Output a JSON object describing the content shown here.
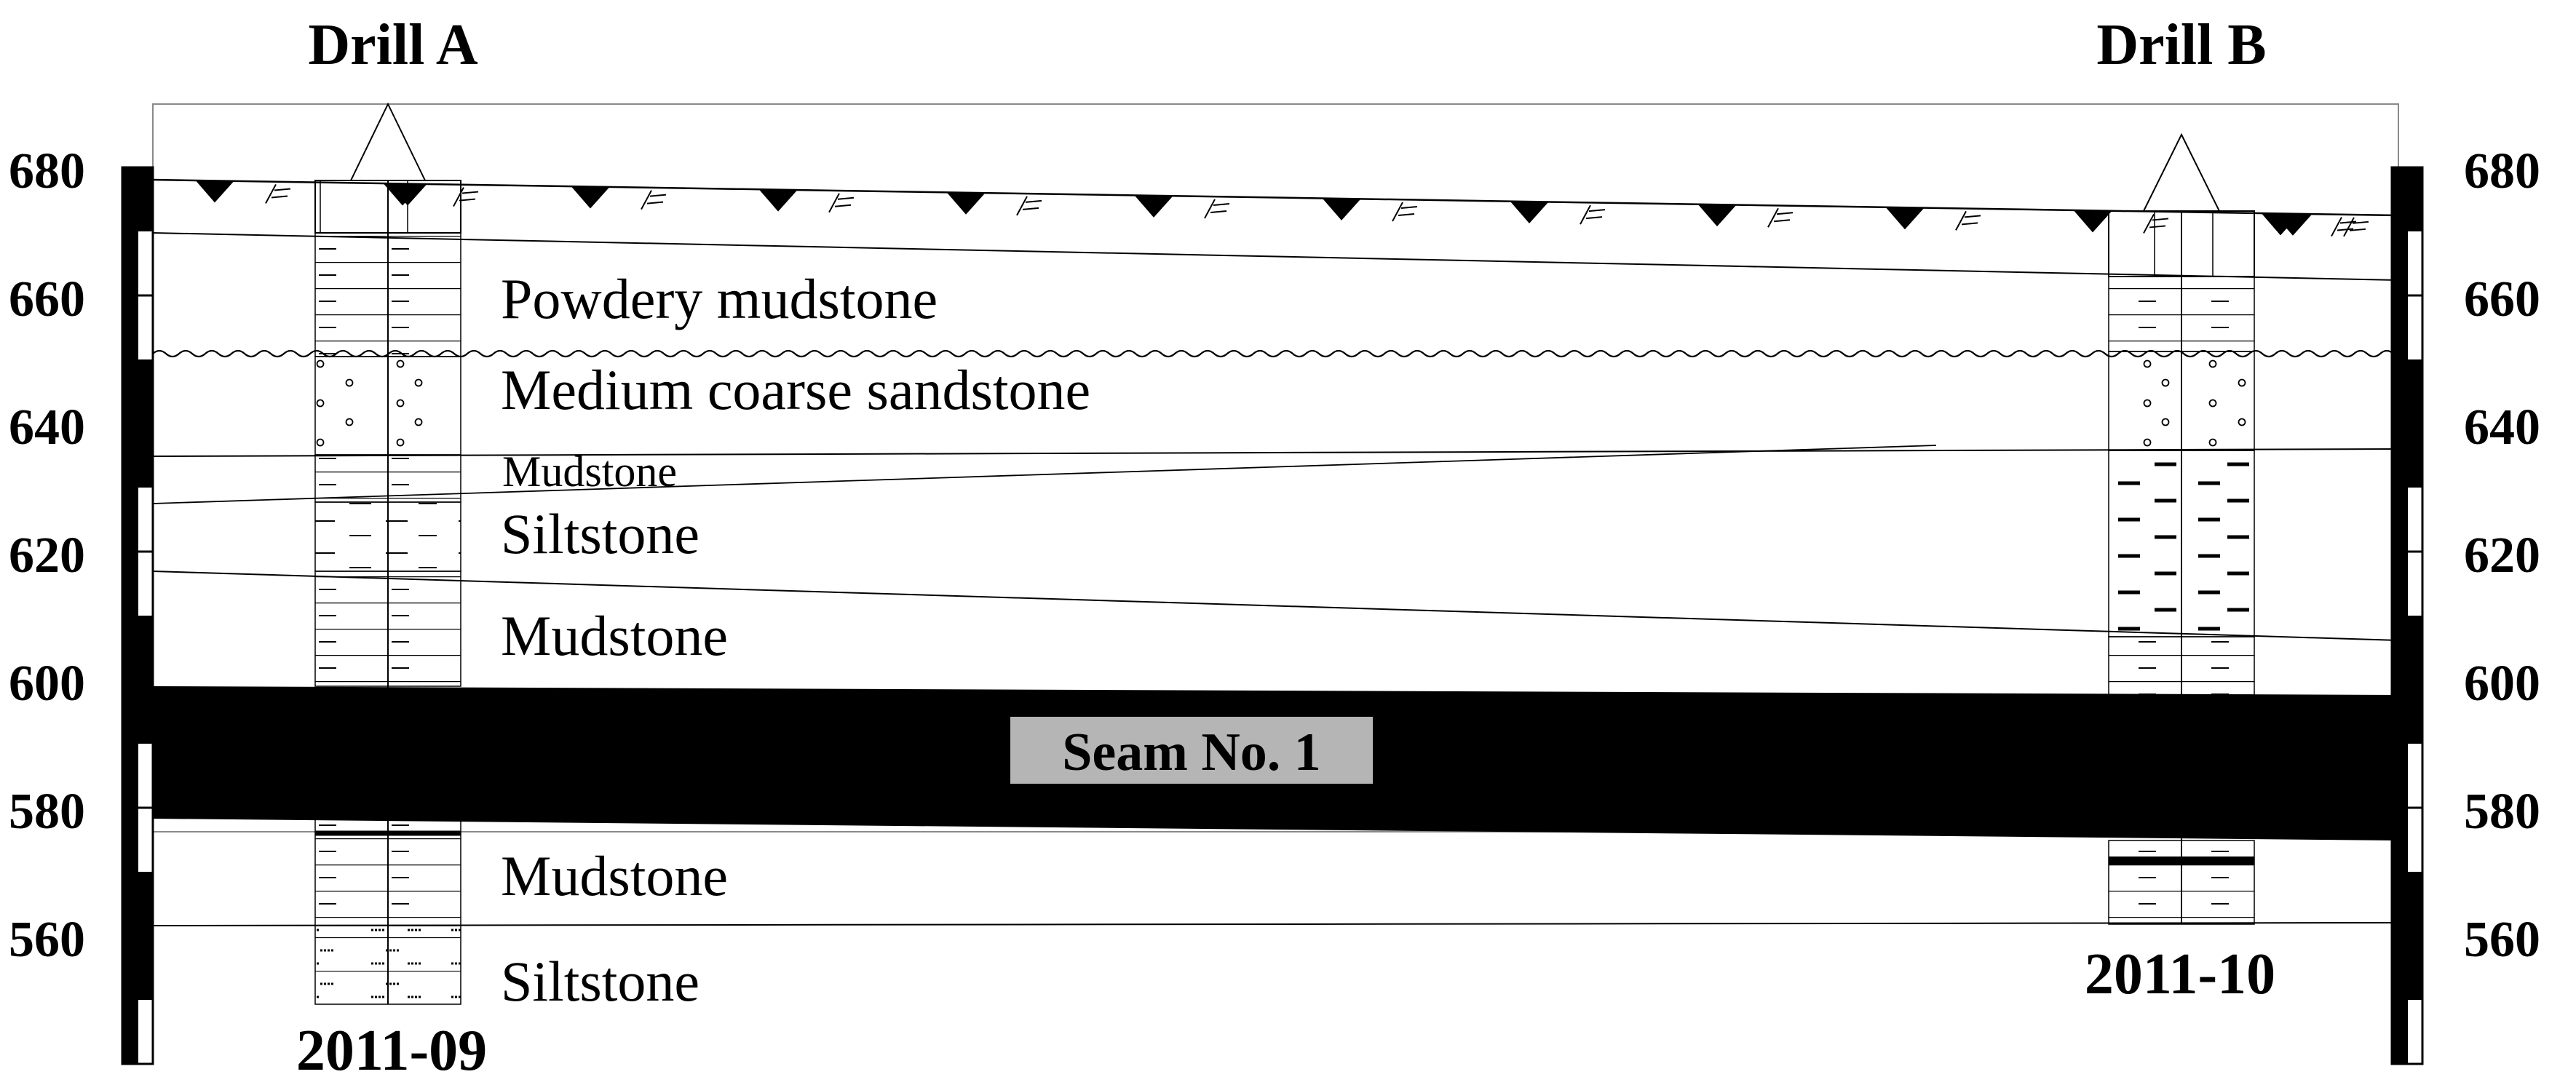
{
  "drills": {
    "left": {
      "title": "Drill A",
      "id": "2011-09"
    },
    "right": {
      "title": "Drill B",
      "id": "2011-10"
    }
  },
  "elevation_scale": {
    "unit_step": 20,
    "ticks": [
      "680",
      "660",
      "640",
      "620",
      "600",
      "580",
      "560"
    ]
  },
  "layers": {
    "powdery_mudstone": "Powdery mudstone",
    "medium_coarse_sandstone": "Medium coarse sandstone",
    "mudstone_thin": "Mudstone",
    "siltstone_upper": "Siltstone",
    "mudstone_upper": "Mudstone",
    "seam": "Seam No. 1",
    "mudstone_lower": "Mudstone",
    "siltstone_lower": "Siltstone"
  },
  "colors": {
    "ink": "#000000",
    "seam_label_bg": "#b5b5b5",
    "background": "#ffffff",
    "frame": "#8a8a8a"
  }
}
